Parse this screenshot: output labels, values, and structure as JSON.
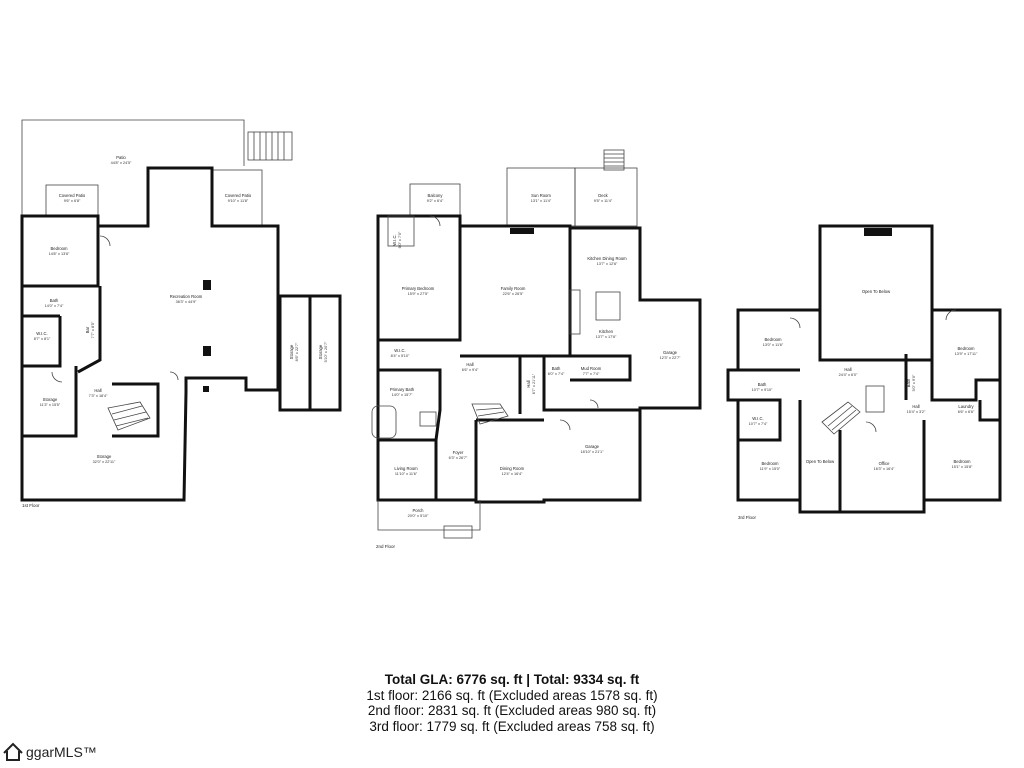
{
  "floors": [
    {
      "label": "1st Floor",
      "rooms": [
        {
          "name": "Patio",
          "dims": "44'8\" x 24'5\""
        },
        {
          "name": "Covered Patio",
          "dims": "9'6\" x 6'8\""
        },
        {
          "name": "Covered Patio",
          "dims": "9'10\" x 11'8\""
        },
        {
          "name": "Bedroom",
          "dims": "14'8\" x 13'6\""
        },
        {
          "name": "Bath",
          "dims": "14'0\" x 7'4\""
        },
        {
          "name": "W.I.C.",
          "dims": "8'7\" x 8'1\""
        },
        {
          "name": "Bar",
          "dims": "7'7\" x 8'5\""
        },
        {
          "name": "Recreation Room",
          "dims": "36'3\" x 44'9\""
        },
        {
          "name": "Storage",
          "dims": "8'6\" x 22'7\""
        },
        {
          "name": "Storage",
          "dims": "5'10\" x 20'7\""
        },
        {
          "name": "Storage",
          "dims": "11'3\" x 15'5\""
        },
        {
          "name": "Hall",
          "dims": "7'3\" x 18'4\""
        },
        {
          "name": "Storage",
          "dims": "32'0\" x 22'11\""
        }
      ]
    },
    {
      "label": "2nd Floor",
      "rooms": [
        {
          "name": "Balcony",
          "dims": "9'2\" x 6'4\""
        },
        {
          "name": "Sun Room",
          "dims": "13'1\" x 11'4\""
        },
        {
          "name": "Deck",
          "dims": "9'5\" x 11'4\""
        },
        {
          "name": "W.I.C.",
          "dims": "6'0\" x 7'0\""
        },
        {
          "name": "Primary Bedroom",
          "dims": "15'9\" x 27'5\""
        },
        {
          "name": "Family Room",
          "dims": "22'6\" x 26'5\""
        },
        {
          "name": "Kitchen Dining Room",
          "dims": "13'7\" x 12'6\""
        },
        {
          "name": "Kitchen",
          "dims": "13'7\" x 17'6\""
        },
        {
          "name": "Garage",
          "dims": "12'3\" x 22'7\""
        },
        {
          "name": "W.I.C.",
          "dims": "8'4\" x 5'10\""
        },
        {
          "name": "Primary Bath",
          "dims": "14'0\" x 15'7\""
        },
        {
          "name": "Hall",
          "dims": "6'6\" x 9'4\""
        },
        {
          "name": "Hall",
          "dims": "6'7\" x 21'11\""
        },
        {
          "name": "Bath",
          "dims": "6'0\" x 7'4\""
        },
        {
          "name": "Mud Room",
          "dims": "7'7\" x 7'4\""
        },
        {
          "name": "Living Room",
          "dims": "11'10\" x 11'6\""
        },
        {
          "name": "Foyer",
          "dims": "6'3\" x 26'7\""
        },
        {
          "name": "Dining Room",
          "dims": "12'4\" x 16'4\""
        },
        {
          "name": "Garage",
          "dims": "18'10\" x 21'1\""
        },
        {
          "name": "Porch",
          "dims": "20'0\" x 5'10\""
        }
      ]
    },
    {
      "label": "3rd Floor",
      "rooms": [
        {
          "name": "Open To Below",
          "dims": ""
        },
        {
          "name": "Bedroom",
          "dims": "13'0\" x 11'6\""
        },
        {
          "name": "Bedroom",
          "dims": "13'9\" x 17'11\""
        },
        {
          "name": "Hall",
          "dims": "24'4\" x 6'0\""
        },
        {
          "name": "Bath",
          "dims": "10'7\" x 9'10\""
        },
        {
          "name": "Bath",
          "dims": "5'0\" x 9'0\""
        },
        {
          "name": "Hall",
          "dims": "15'4\" x 3'2\""
        },
        {
          "name": "Laundry",
          "dims": "6'6\" x 6'6\""
        },
        {
          "name": "W.I.C.",
          "dims": "10'7\" x 7'4\""
        },
        {
          "name": "Bedroom",
          "dims": "11'9\" x 15'0\""
        },
        {
          "name": "Open To Below",
          "dims": ""
        },
        {
          "name": "Office",
          "dims": "16'3\" x 16'4\""
        },
        {
          "name": "Bedroom",
          "dims": "15'1\" x 15'8\""
        }
      ]
    }
  ],
  "summary": {
    "total": "Total GLA: 6776 sq. ft | Total: 9334 sq. ft",
    "floor1": "1st floor: 2166 sq. ft (Excluded areas 1578 sq. ft)",
    "floor2": "2nd floor: 2831 sq. ft (Excluded areas 980 sq. ft)",
    "floor3": "3rd floor: 1779 sq. ft (Excluded areas 758 sq. ft)"
  },
  "logo": {
    "text": "ggarMLS™",
    "icon": "house-icon"
  }
}
